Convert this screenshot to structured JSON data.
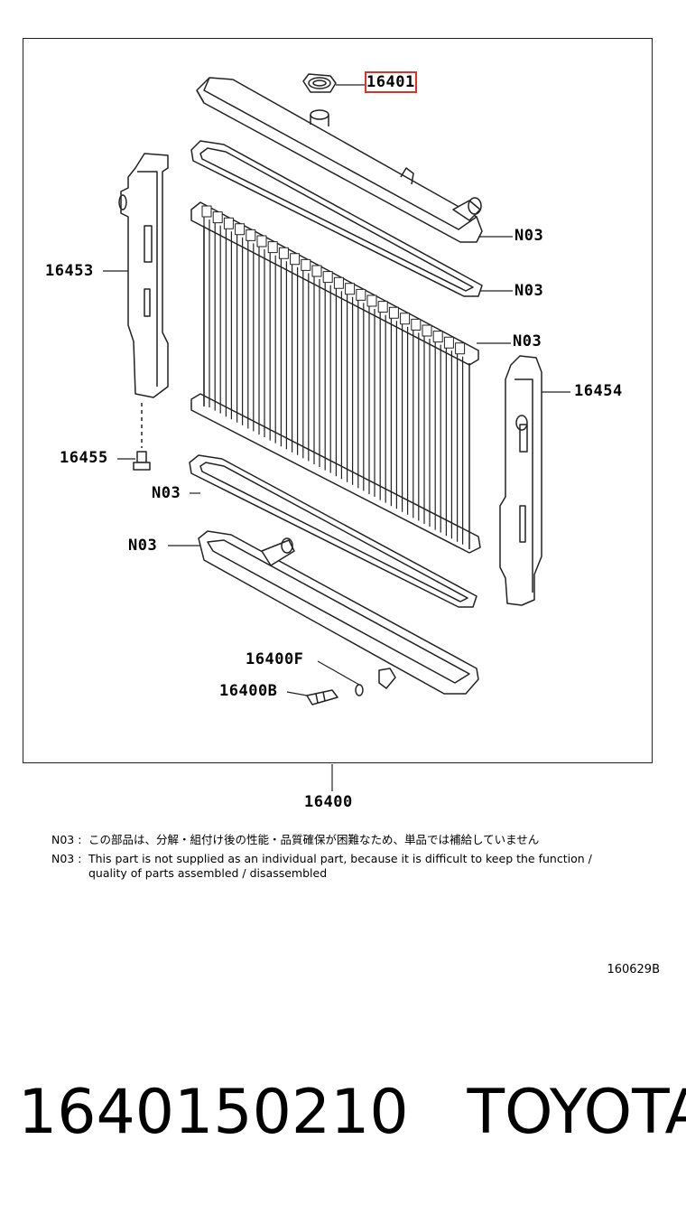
{
  "callouts": {
    "c16401": "16401",
    "c16453": "16453",
    "c16455": "16455",
    "c16454": "16454",
    "n03_upper_tank": "N03",
    "n03_upper_gasket": "N03",
    "n03_core": "N03",
    "n03_lower_gasket": "N03",
    "n03_lower_tank": "N03",
    "c16400f": "16400F",
    "c16400b": "16400B",
    "c16400": "16400"
  },
  "notes": [
    {
      "code": "N03 :",
      "text": "この部品は、分解・組付け後の性能・品質確保が困難なため、単品では補給していません"
    },
    {
      "code": "N03 :",
      "text": "This part is not supplied as an individual part, because it is difficult to keep the function /"
    },
    {
      "code": "",
      "text": "quality of parts assembled / disassembled"
    }
  ],
  "diagram_code": "160629B",
  "footer": {
    "part_number": "1640150210",
    "brand": "TOYOTA"
  },
  "colors": {
    "line": "#222222",
    "highlight": "#e0302a"
  }
}
